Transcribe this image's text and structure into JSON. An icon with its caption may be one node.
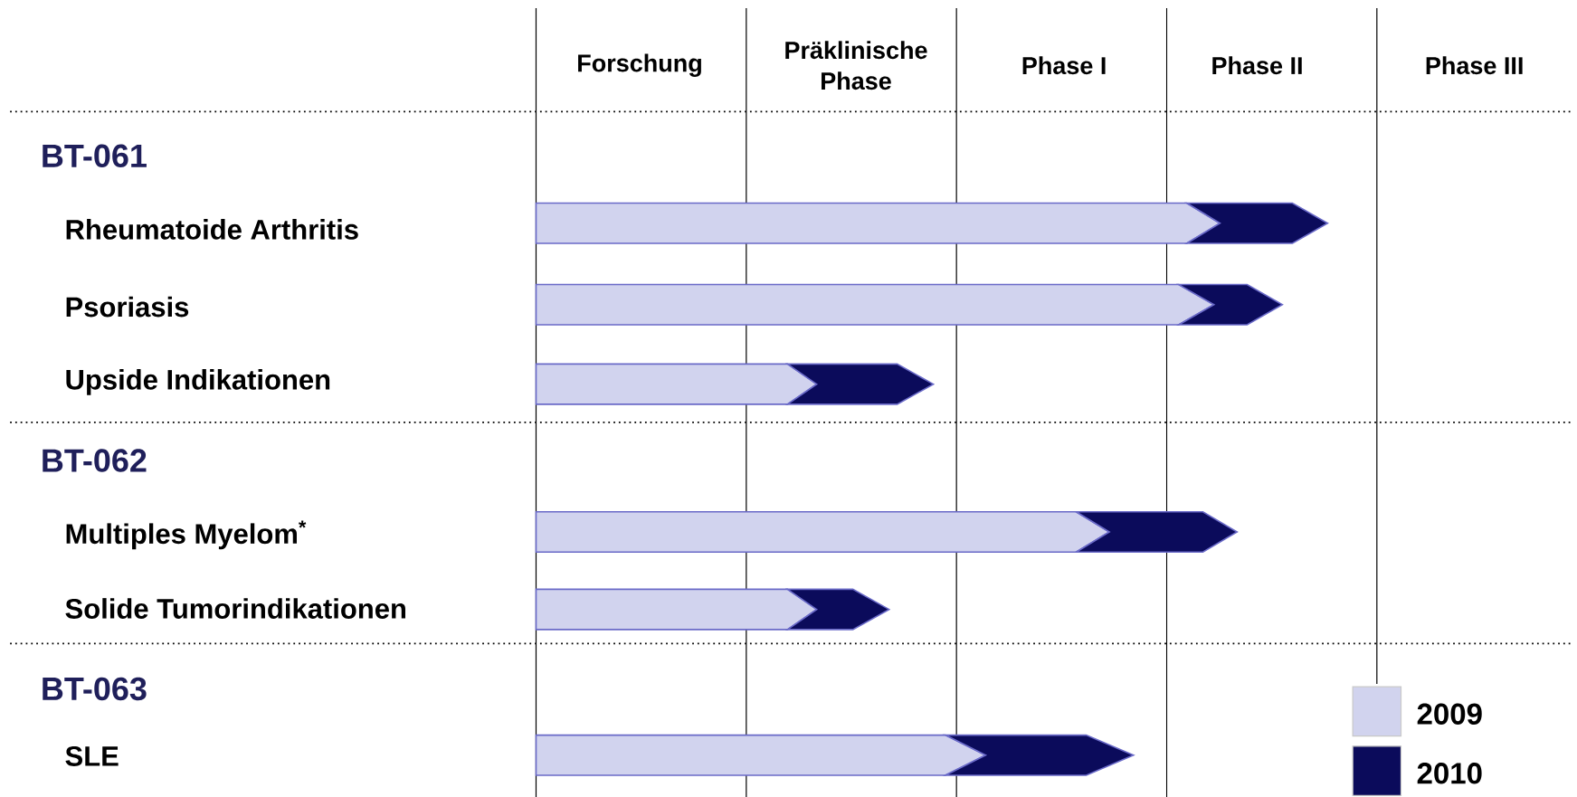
{
  "diagram": {
    "nodes": [
      {
        "text": [],
        "shape": "bar"
      },
      {
        "text": [],
        "shape": "bar"
      },
      {
        "text": [],
        "shape": "bar"
      },
      {
        "text": [],
        "shape": "bar"
      },
      {
        "text": [],
        "shape": "bar"
      },
      {
        "text": [],
        "shape": "bar"
      },
      {
        "text": [],
        "shape": "bar"
      },
      {
        "text": [],
        "shape": "bar"
      },
      {
        "text": [],
        "shape": "bar"
      },
      {
        "text": [],
        "shape": "bar"
      },
      {
        "text": [],
        "shape": "bar"
      },
      {
        "text": [],
        "shape": "bar"
      }
    ],
    "labels": [
      "Forschung",
      "Präklinische Phase",
      "Phase I",
      "Phase II",
      "Phase III",
      "BT-061",
      "Rheumatoide Arthritis",
      "Psoriasis",
      "Upside Indikationen",
      "BT-062",
      "Multiples Myelom$^{*}$",
      "Solide Tumorindikationen",
      "BT-063",
      "SLE"
    ],
    "legend": [
      {
        "text": "2009",
        "color": "#d1d3ee"
      },
      {
        "text": "2010",
        "color": "#0b0b5b"
      }
    ]
  }
}
